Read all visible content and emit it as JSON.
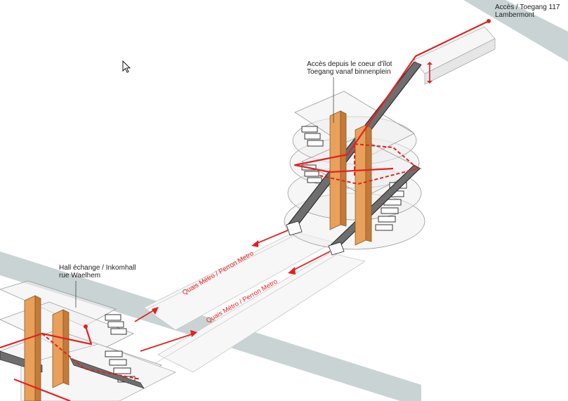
{
  "labels": {
    "acces_lambermont_1": "Accès / Toegang 117",
    "acces_lambermont_2": "Lambermont",
    "acces_ilot_1": "Accès depuis le coeur d'îlot",
    "acces_ilot_2": "Toegang vanaf  binnenplein",
    "hall_1": "Hall échange / Inkomhall",
    "hall_2": "rue Waelhem",
    "quais_upper": "Quais Métro / Perron Metro",
    "quais_lower": "Quais Métro / Perron Metro"
  },
  "colors": {
    "route": "#e32020",
    "columns": "#e8a05a",
    "street_band": "#c9d3d4",
    "platforms": "#eeeeee"
  },
  "icons": [
    "mouse-cursor-icon"
  ]
}
